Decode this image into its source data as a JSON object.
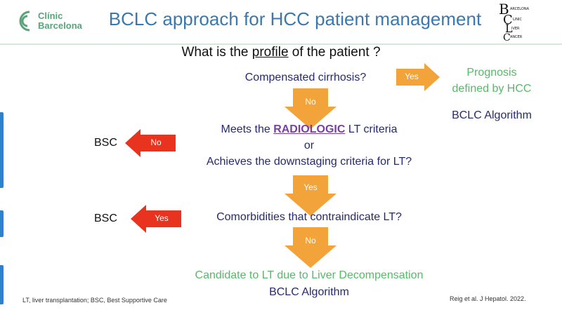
{
  "header": {
    "logo_line1": "Clínic",
    "logo_line2": "Barcelona",
    "title": "BCLC approach for HCC patient management",
    "bclc_logo_text": "BARCELONA CLINIC LIVER CANCER"
  },
  "flow": {
    "question_prefix": "What is the ",
    "question_profile": "profile",
    "question_suffix": " of the patient ?",
    "compensated": "Compensated  cirrhosis?",
    "yes_label_1": "Yes",
    "prognosis_line1": "Prognosis",
    "prognosis_line2": "defined by HCC",
    "bclc_algorithm_right": "BCLC Algorithm",
    "no_label_1": "No",
    "meets_prefix": "Meets the ",
    "meets_radiologic": "RADIOLOGIC",
    "meets_suffix": "  LT criteria",
    "or": "or",
    "downstaging": "Achieves the downstaging criteria for LT?",
    "bsc_1": "BSC",
    "no_label_2": "No",
    "yes_label_2": "Yes",
    "comorbidities": "Comorbidities that contraindicate LT?",
    "bsc_2": "BSC",
    "yes_label_3": "Yes",
    "no_label_3": "No",
    "candidate": "Candidate to LT due to Liver Decompensation",
    "bclc_algorithm_bottom": "BCLC Algorithm"
  },
  "footer": {
    "abbreviations": "LT, liver transplantation; BSC, Best Supportive Care",
    "reference": "Reig et al. J Hepatol. 2022."
  },
  "colors": {
    "title": "#3a78ad",
    "text": "#262a6e",
    "green": "#58b86a",
    "orange_arrow": "#f2a33a",
    "red_arrow": "#e8331f",
    "radiologic": "#7a3fa6"
  }
}
